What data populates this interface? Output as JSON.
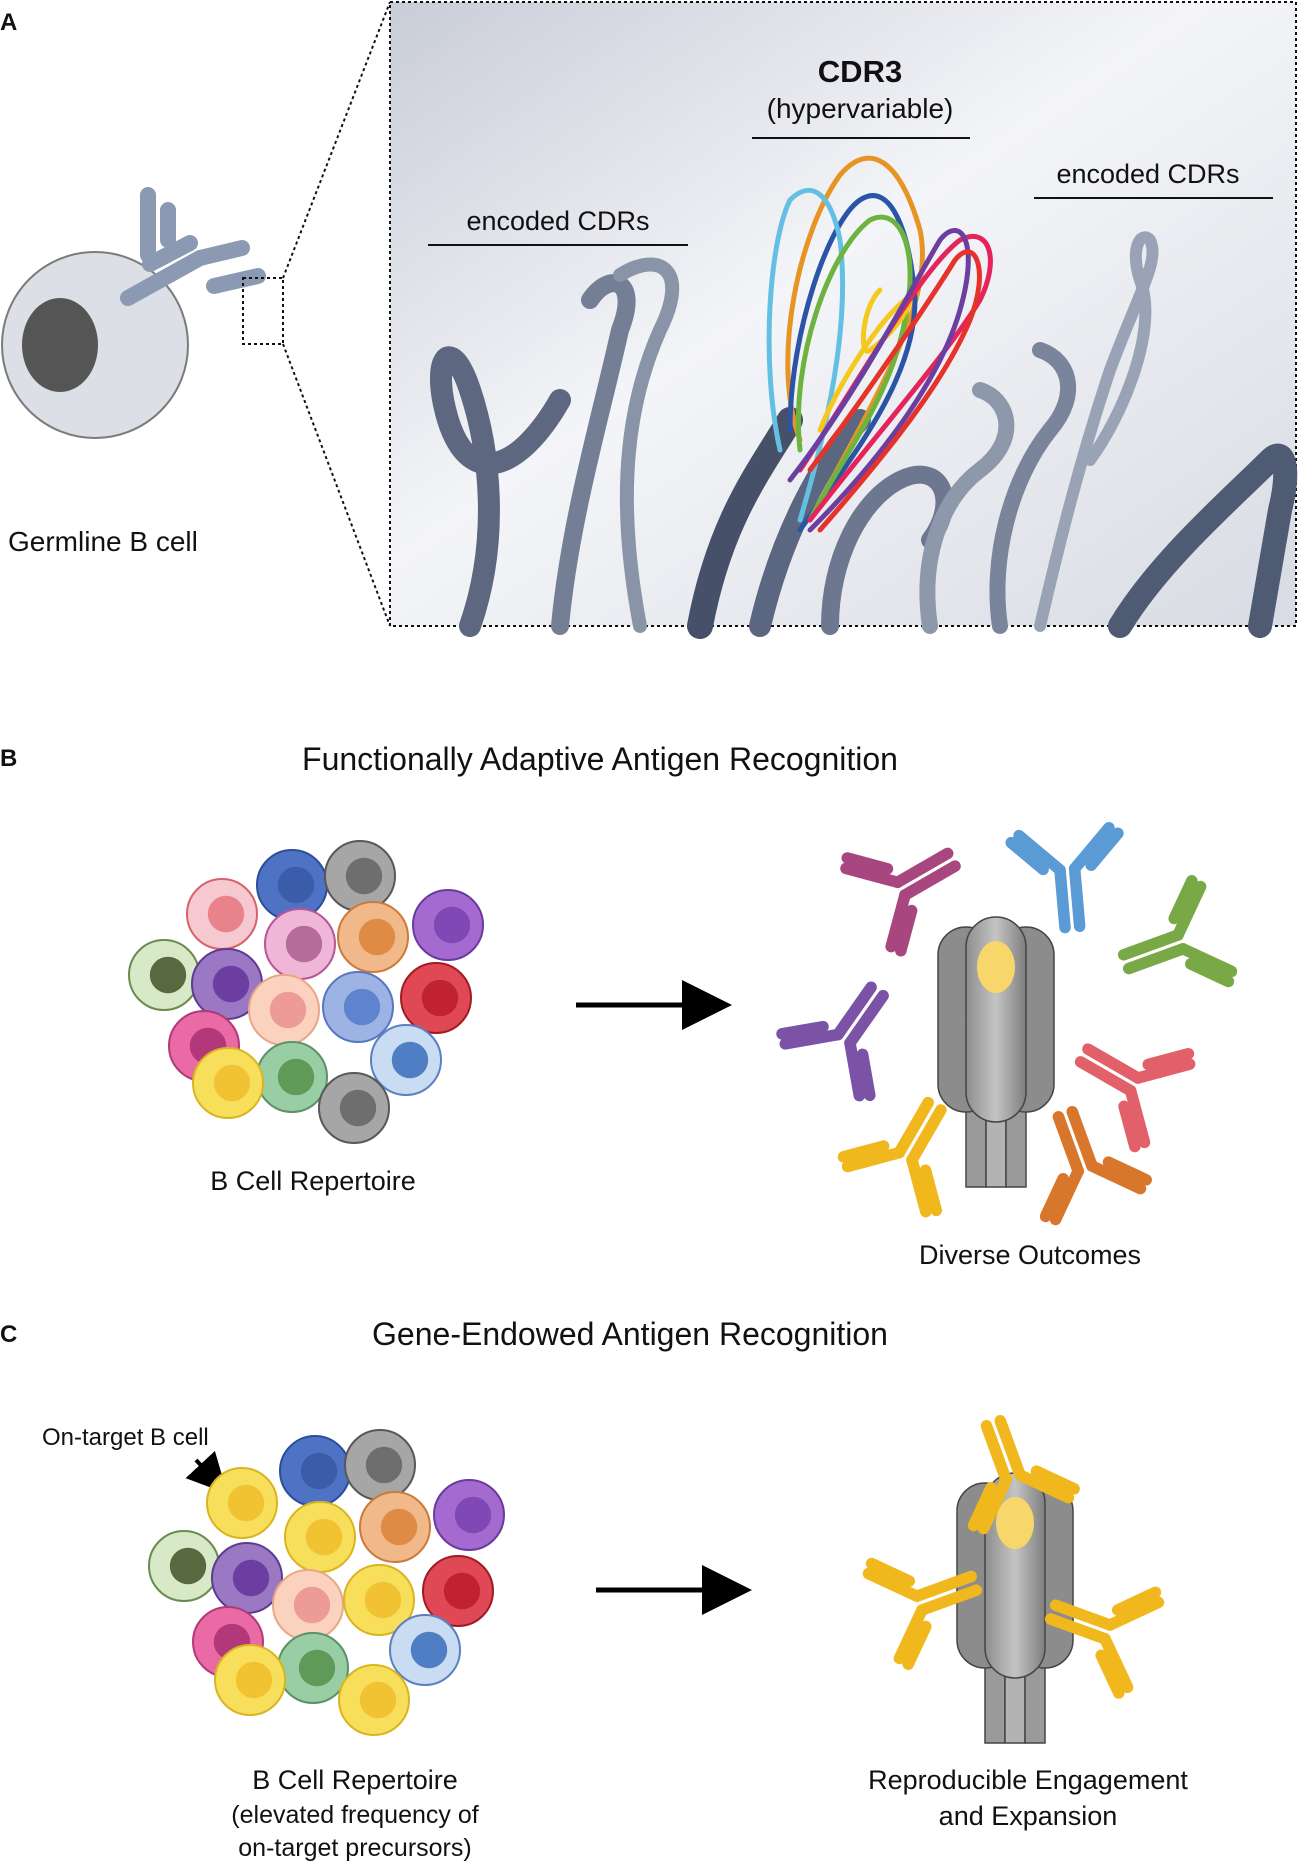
{
  "panel_a": {
    "letter": "A",
    "cell_label": "Germline B cell",
    "cdr3_title": "CDR3",
    "cdr3_subtitle": "(hypervariable)",
    "left_cdr_label": "encoded CDRs",
    "right_cdr_label": "encoded CDRs",
    "loop_colors": [
      "#e69524",
      "#2a54a5",
      "#64c0e3",
      "#6db33f",
      "#f5c81e",
      "#e4245a",
      "#6b3fa0",
      "#e5322b"
    ]
  },
  "panel_b": {
    "letter": "B",
    "title": "Functionally Adaptive Antigen Recognition",
    "repertoire_label": "B Cell Repertoire",
    "outcome_label": "Diverse Outcomes",
    "antibody_colors": [
      "#a8477f",
      "#5b9bd5",
      "#78a946",
      "#7b52a6",
      "#e2606a",
      "#f0b81d",
      "#d8772b"
    ]
  },
  "panel_c": {
    "letter": "C",
    "title": "Gene-Endowed Antigen Recognition",
    "callout": "On-target B cell",
    "repertoire_label": "B Cell Repertoire",
    "repertoire_sub1": "(elevated frequency of",
    "repertoire_sub2": "on-target precursors)",
    "outcome_label1": "Reproducible Engagement",
    "outcome_label2": "and Expansion",
    "antibody_color": "#f0b81d"
  }
}
